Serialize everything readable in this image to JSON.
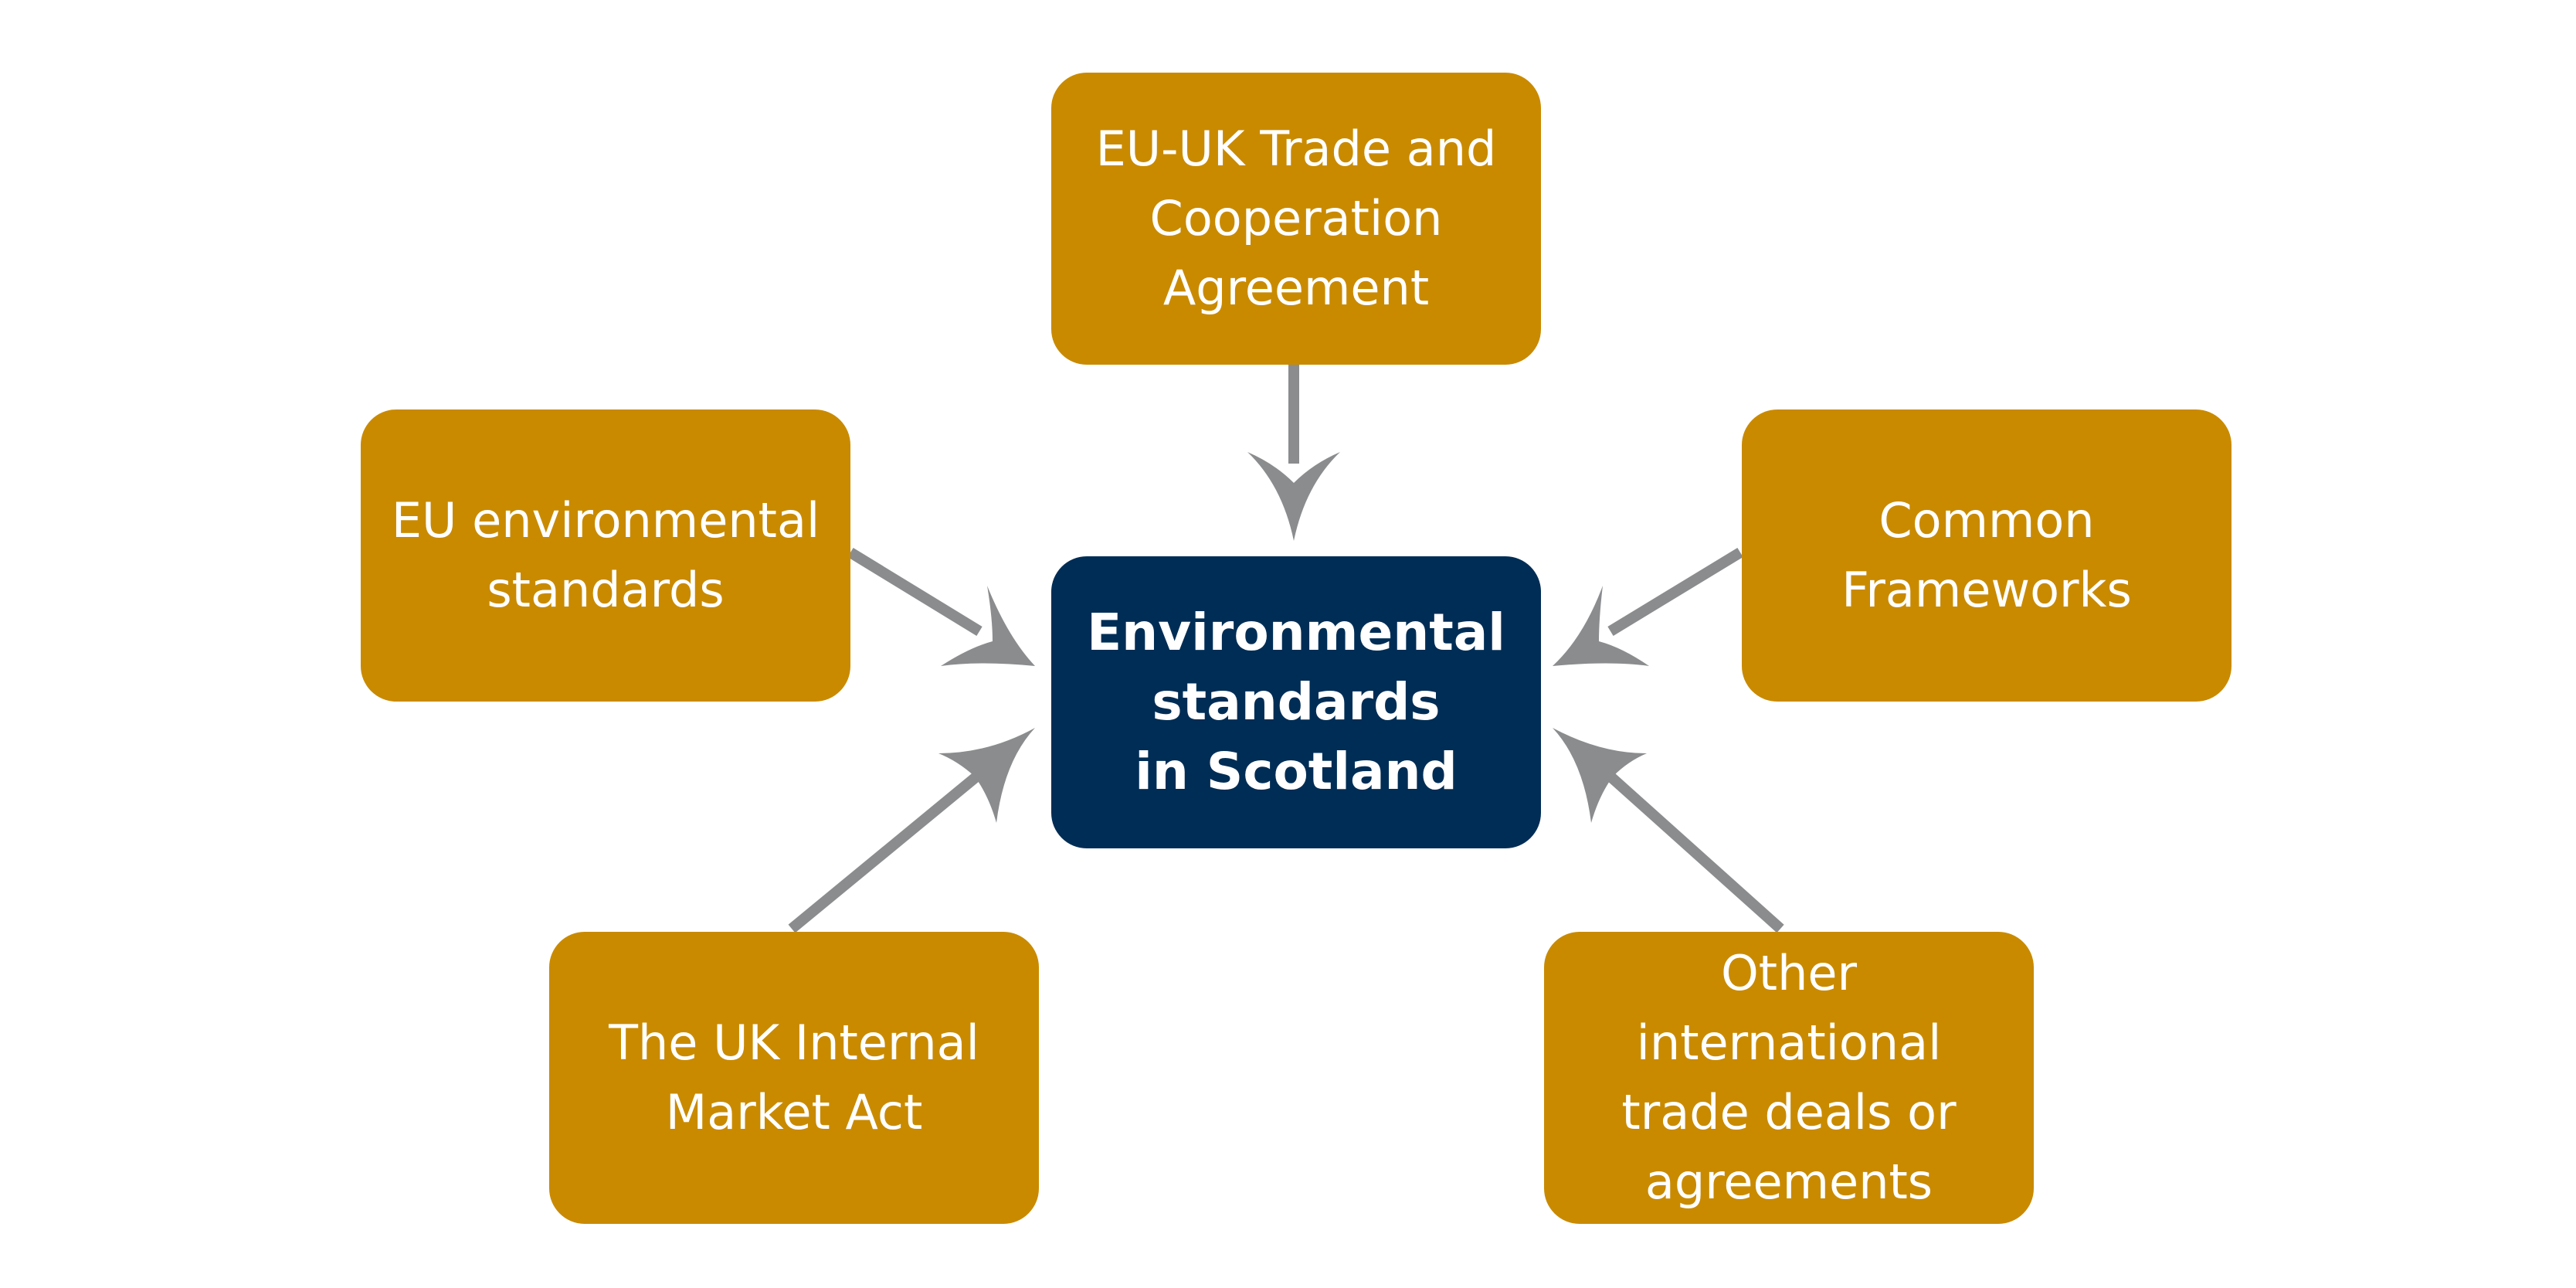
{
  "colors": {
    "outer_box": "#c98a00",
    "center_box": "#002d55",
    "arrow": "#8a8c8e",
    "text": "#ffffff",
    "background": "#ffffff"
  },
  "center": {
    "label": "Environmental\nstandards\nin Scotland"
  },
  "sources": {
    "top": {
      "label": "EU-UK Trade and\nCooperation\nAgreement"
    },
    "left": {
      "label": "EU environmental\nstandards"
    },
    "right": {
      "label": "Common\nFrameworks"
    },
    "bottom_left": {
      "label": "The UK Internal\nMarket Act"
    },
    "bottom_right": {
      "label": "Other international\ntrade deals or\nagreements"
    }
  }
}
